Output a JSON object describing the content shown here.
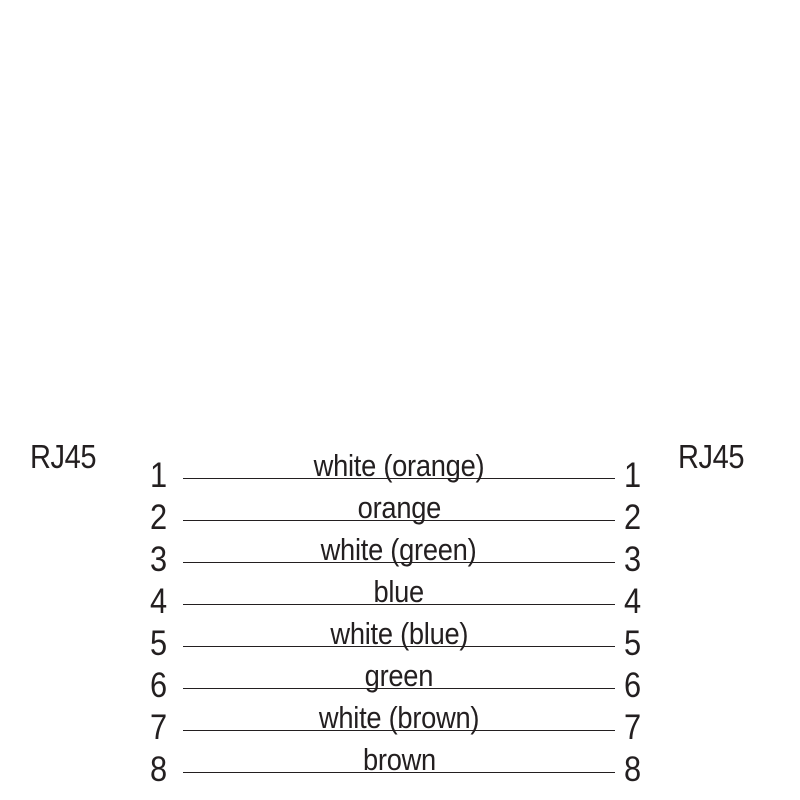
{
  "left_connector": "RJ45",
  "right_connector": "RJ45",
  "pins": [
    {
      "left": "1",
      "right": "1",
      "color": "white (orange)"
    },
    {
      "left": "2",
      "right": "2",
      "color": "orange"
    },
    {
      "left": "3",
      "right": "3",
      "color": "white (green)"
    },
    {
      "left": "4",
      "right": "4",
      "color": "blue"
    },
    {
      "left": "5",
      "right": "5",
      "color": "white (blue)"
    },
    {
      "left": "6",
      "right": "6",
      "color": "green"
    },
    {
      "left": "7",
      "right": "7",
      "color": "white (brown)"
    },
    {
      "left": "8",
      "right": "8",
      "color": "brown"
    }
  ],
  "line_color": "#231f20"
}
